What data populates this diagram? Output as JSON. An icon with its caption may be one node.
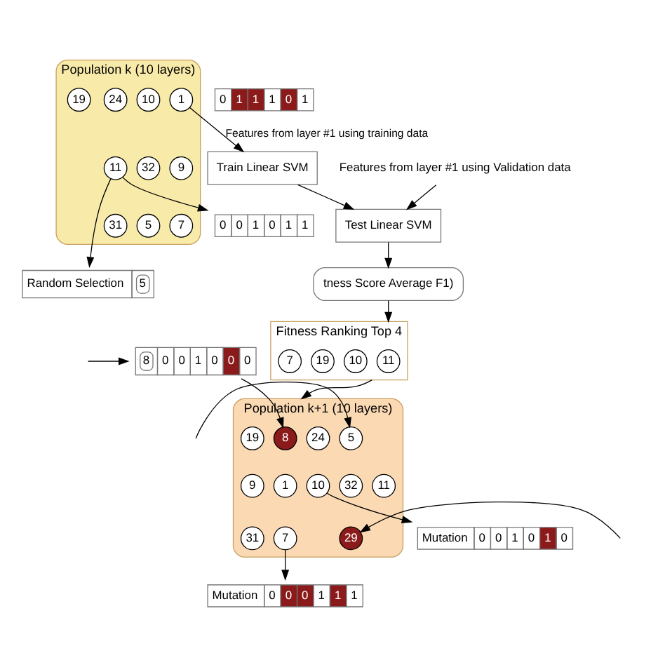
{
  "diagram": {
    "nodes": [
      {
        "text": [
          "Train Linear SVM"
        ]
      },
      {
        "text": [
          "Features from layer #1 using Validation data"
        ]
      },
      {
        "text": [
          "Test Linear SVM"
        ]
      },
      {
        "text": [
          "tness Score Average F1)"
        ]
      },
      {
        "text": [
          "Population k (10 layers)"
        ]
      },
      {
        "text": [
          "1"
        ],
        "in": 4
      },
      {
        "text": [
          "10"
        ],
        "in": 4
      },
      {
        "text": [
          "24"
        ],
        "in": 4
      },
      {
        "text": [
          "19"
        ],
        "in": 4
      },
      {
        "text": [
          "9"
        ],
        "in": 4
      },
      {
        "text": [
          "32"
        ],
        "in": 4
      },
      {
        "text": [
          "11"
        ],
        "in": 4
      },
      {
        "text": [
          "7"
        ],
        "in": 4
      },
      {
        "text": [
          "5"
        ],
        "in": 4
      },
      {
        "text": [
          "31"
        ],
        "in": 4
      },
      {
        "text": [
          "0",
          "0",
          "1",
          "0",
          "1",
          "1"
        ]
      },
      {
        "text": [
          "Random Selection",
          "5"
        ]
      },
      {
        "text": [
          "Fitness Ranking Top 4"
        ]
      },
      {
        "text": [
          "11"
        ],
        "in": 17
      },
      {
        "text": [
          "10"
        ],
        "in": 17
      },
      {
        "text": [
          "19"
        ],
        "in": 17
      },
      {
        "text": [
          "7"
        ],
        "in": 17
      },
      {
        "text": [
          "Mutation",
          "0",
          "0",
          "1",
          "0",
          "1",
          "0"
        ]
      },
      {
        "text": [
          "8",
          "0",
          "0",
          "1",
          "0",
          "0",
          "0"
        ]
      },
      {
        "text": [
          "Population k+1 (10 layers)"
        ]
      },
      {
        "text": [
          "8"
        ],
        "in": 24
      },
      {
        "text": [
          "24"
        ],
        "in": 24
      },
      {
        "text": [
          "19"
        ],
        "in": 24
      },
      {
        "text": [
          "5"
        ],
        "in": 24
      },
      {
        "text": [
          "1"
        ],
        "in": 24
      },
      {
        "text": [
          "10"
        ],
        "in": 24
      },
      {
        "text": [
          "9"
        ],
        "in": 24
      },
      {
        "text": [
          "32"
        ],
        "in": 24
      },
      {
        "text": [
          "11"
        ],
        "in": 24
      },
      {
        "text": [
          "7"
        ],
        "in": 24
      },
      {
        "text": [
          "29"
        ],
        "in": 24
      },
      {
        "text": [
          "31"
        ],
        "in": 24
      },
      {
        "text": [
          "Mutation",
          "0",
          "0",
          "0",
          "1",
          "1",
          "1"
        ]
      },
      {
        "text": [
          "0",
          "1",
          "1",
          "1",
          "0",
          "1"
        ]
      }
    ],
    "edges": [
      {
        "from": 5,
        "to": 0,
        "arrow": "to",
        "label": "Features from layer #1 using training data"
      },
      {
        "from": 0,
        "to": 2,
        "arrow": "to"
      },
      {
        "from": 1,
        "to": 2,
        "arrow": "to"
      },
      {
        "from": 2,
        "to": 3,
        "arrow": "to"
      },
      {
        "from": 3,
        "to": 17,
        "arrow": "to"
      },
      {
        "from": 11,
        "to": 15,
        "arrow": "to"
      },
      {
        "from": 11,
        "to": 16,
        "arrow": "to"
      },
      {
        "from": null,
        "to": 23,
        "arrow": "to"
      },
      {
        "from": 30,
        "to": 22,
        "arrow": "to"
      },
      {
        "from": 23,
        "to": 25,
        "arrow": "to"
      },
      {
        "from": 17,
        "to": 24,
        "arrow": "to"
      },
      {
        "from": null,
        "to": 28,
        "arrow": "to"
      },
      {
        "from": null,
        "to": 35,
        "arrow": "to"
      },
      {
        "from": 34,
        "to": 37,
        "arrow": "to"
      }
    ]
  }
}
